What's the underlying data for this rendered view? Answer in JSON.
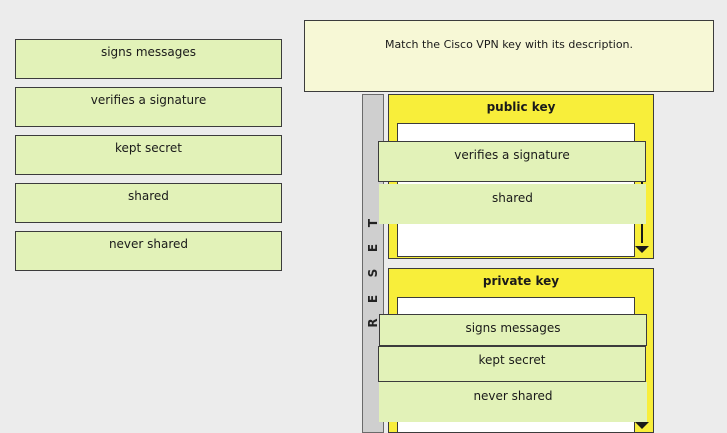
{
  "instruction": "Match the Cisco VPN key with its description.",
  "source_tiles": [
    {
      "label": "signs messages"
    },
    {
      "label": "verifies a signature"
    },
    {
      "label": "kept secret"
    },
    {
      "label": "shared"
    },
    {
      "label": "never shared"
    }
  ],
  "reset": {
    "label": "RESET",
    "letters": [
      "R",
      "E",
      "S",
      "E",
      "T"
    ]
  },
  "targets": [
    {
      "title": "public key",
      "placed": [
        {
          "label": "verifies a signature"
        },
        {
          "label": "shared"
        }
      ]
    },
    {
      "title": "private key",
      "placed": [
        {
          "label": "signs messages"
        },
        {
          "label": "kept secret"
        },
        {
          "label": "never shared"
        }
      ]
    }
  ],
  "colors": {
    "tile": "#e2f2b8",
    "target": "#f8ee3a",
    "instruction_bg": "#f7f8d6",
    "reset_bg": "#cfcfcf"
  }
}
